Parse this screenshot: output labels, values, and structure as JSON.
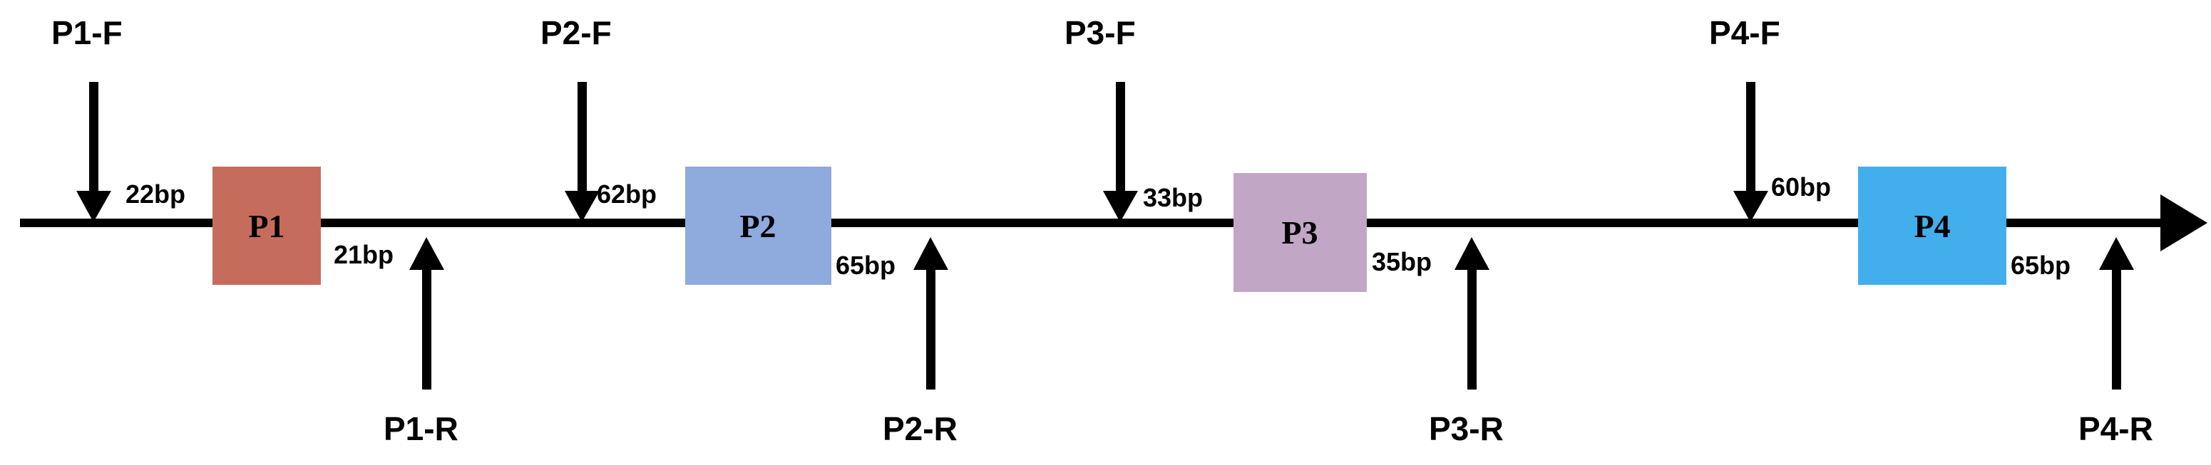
{
  "diagram": {
    "promoters": [
      {
        "name": "P1",
        "color": "#C66C5C",
        "forward_primer": "P1-F",
        "reverse_primer": "P1-R",
        "forward_gap": "22bp",
        "reverse_gap": "21bp"
      },
      {
        "name": "P2",
        "color": "#8FAADD",
        "forward_primer": "P2-F",
        "reverse_primer": "P2-R",
        "forward_gap": "62bp",
        "reverse_gap": "65bp"
      },
      {
        "name": "P3",
        "color": "#C1A6C6",
        "forward_primer": "P3-F",
        "reverse_primer": "P3-R",
        "forward_gap": "33bp",
        "reverse_gap": "35bp"
      },
      {
        "name": "P4",
        "color": "#42AEEC",
        "forward_primer": "P4-F",
        "reverse_primer": "P4-R",
        "forward_gap": "60bp",
        "reverse_gap": "65bp"
      }
    ]
  }
}
